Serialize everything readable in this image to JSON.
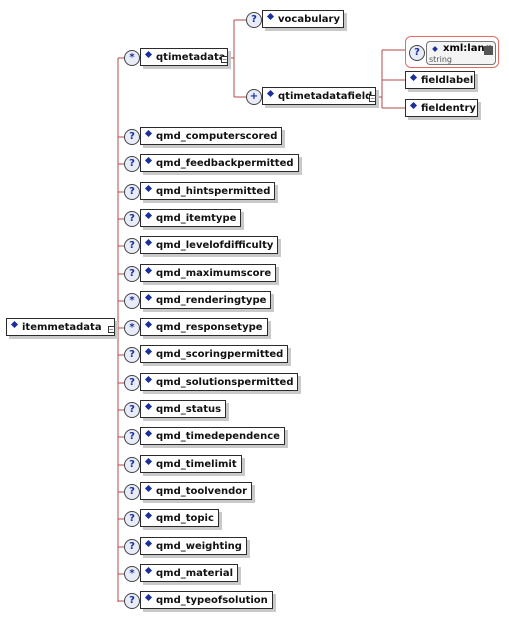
{
  "root": {
    "name": "itemmetadata"
  },
  "qtimetadata": {
    "name": "qtimetadata",
    "children": [
      {
        "name": "vocabulary",
        "marker": "?"
      },
      {
        "name": "qtimetadatafield",
        "marker": "+"
      }
    ],
    "field_children": [
      "fieldlabel",
      "fieldentry"
    ],
    "attribute": {
      "name": "xml:lang",
      "type": "string"
    }
  },
  "elements": [
    {
      "name": "qmd_computerscored",
      "marker": "?"
    },
    {
      "name": "qmd_feedbackpermitted",
      "marker": "?"
    },
    {
      "name": "qmd_hintspermitted",
      "marker": "?"
    },
    {
      "name": "qmd_itemtype",
      "marker": "?"
    },
    {
      "name": "qmd_levelofdifficulty",
      "marker": "?"
    },
    {
      "name": "qmd_maximumscore",
      "marker": "?"
    },
    {
      "name": "qmd_renderingtype",
      "marker": "*"
    },
    {
      "name": "qmd_responsetype",
      "marker": "*"
    },
    {
      "name": "qmd_scoringpermitted",
      "marker": "?"
    },
    {
      "name": "qmd_solutionspermitted",
      "marker": "?"
    },
    {
      "name": "qmd_status",
      "marker": "?"
    },
    {
      "name": "qmd_timedependence",
      "marker": "?"
    },
    {
      "name": "qmd_timelimit",
      "marker": "?"
    },
    {
      "name": "qmd_toolvendor",
      "marker": "?"
    },
    {
      "name": "qmd_topic",
      "marker": "?"
    },
    {
      "name": "qmd_weighting",
      "marker": "?"
    },
    {
      "name": "qmd_material",
      "marker": "*"
    },
    {
      "name": "qmd_typeofsolution",
      "marker": "?"
    }
  ],
  "qtimetadata_marker": "*",
  "colors": {
    "connector": "#b34848",
    "diamond": "#1a2f9a",
    "attr_border": "#e46a6a"
  }
}
